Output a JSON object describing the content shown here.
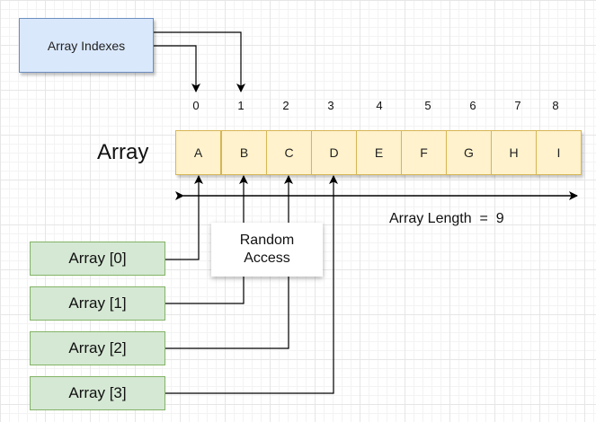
{
  "index_box": {
    "label": "Array Indexes"
  },
  "indexes": [
    "0",
    "1",
    "2",
    "3",
    "4",
    "5",
    "6",
    "7",
    "8"
  ],
  "array": {
    "title": "Array",
    "cells": [
      "A",
      "B",
      "C",
      "D",
      "E",
      "F",
      "G",
      "H",
      "I"
    ]
  },
  "length_label": "Array Length  =  9",
  "random_access": {
    "line1": "Random",
    "line2": "Access"
  },
  "accessors": [
    "Array [0]",
    "Array [1]",
    "Array [2]",
    "Array [3]"
  ],
  "colors": {
    "index_box_fill": "#dae8fc",
    "index_box_stroke": "#6c8ebf",
    "cell_fill": "#fff2cc",
    "cell_stroke": "#d6b656",
    "accessor_fill": "#d5e8d4",
    "accessor_stroke": "#82b366"
  }
}
